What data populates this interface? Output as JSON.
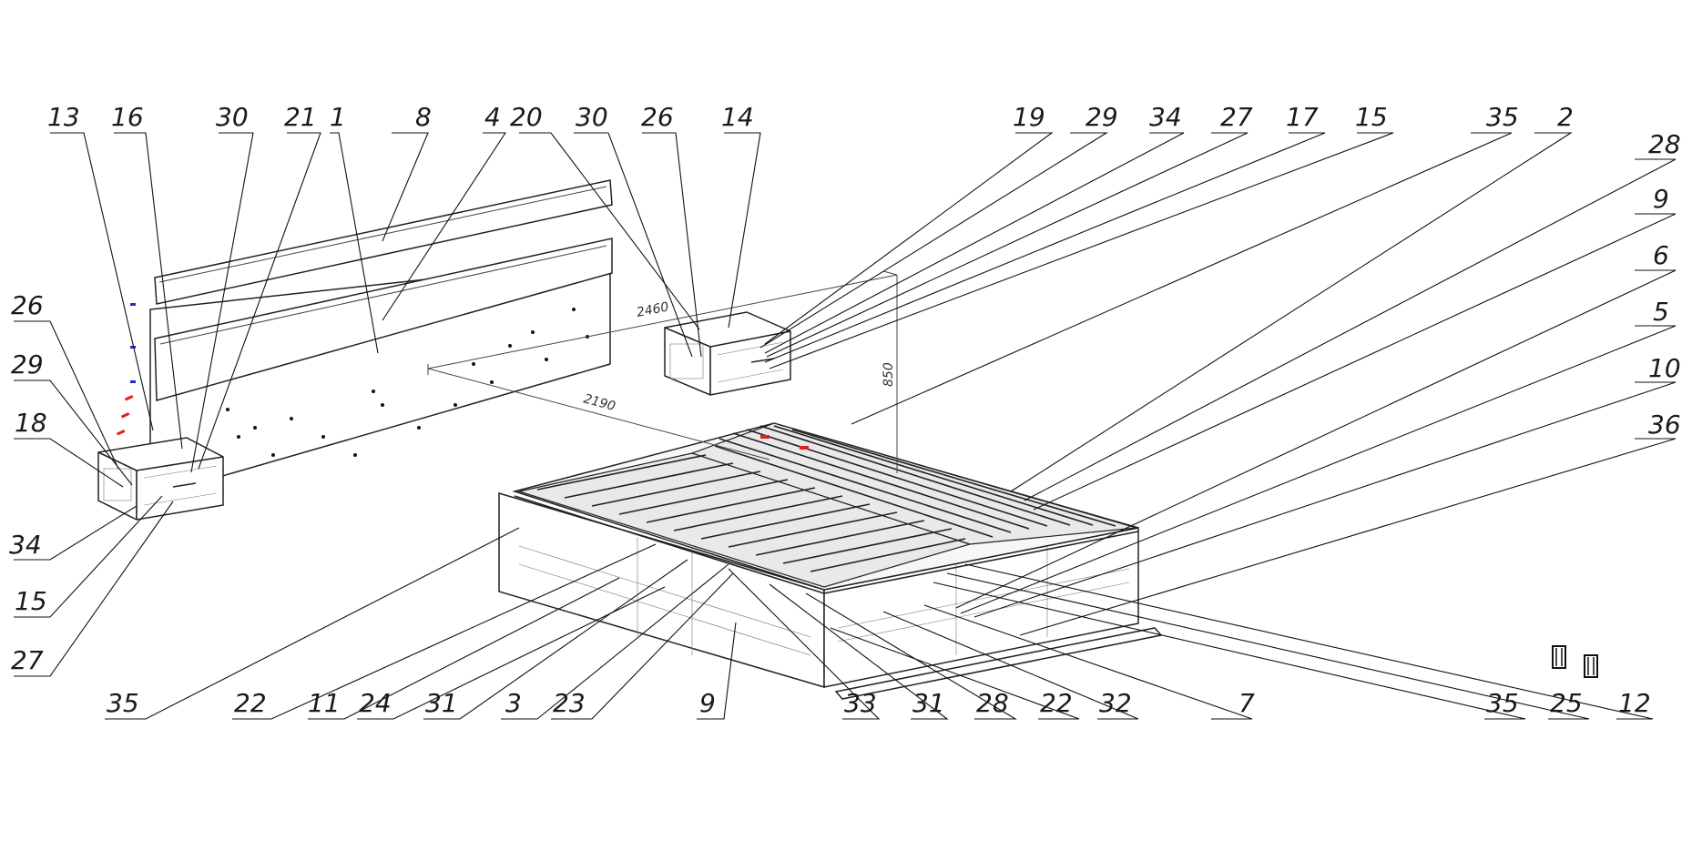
{
  "diagram": {
    "dimensions": {
      "width": "2460",
      "length": "2190",
      "height": "850"
    },
    "callouts_top": [
      "13",
      "16",
      "30",
      "21",
      "1",
      "8",
      "4",
      "20",
      "30",
      "26",
      "14",
      "19",
      "29",
      "34",
      "27",
      "17",
      "15",
      "35",
      "2"
    ],
    "callouts_right": [
      "28",
      "9",
      "6",
      "5",
      "10",
      "36"
    ],
    "callouts_left": [
      "26",
      "29",
      "18",
      "34",
      "15",
      "27"
    ],
    "callouts_bottom": [
      "35",
      "22",
      "11",
      "24",
      "31",
      "3",
      "23",
      "9",
      "33",
      "31",
      "28",
      "22",
      "32",
      "7",
      "35",
      "25",
      "12"
    ],
    "accent_colors": {
      "red": "#e02020",
      "blue": "#2030c0",
      "line": "#222222"
    }
  }
}
